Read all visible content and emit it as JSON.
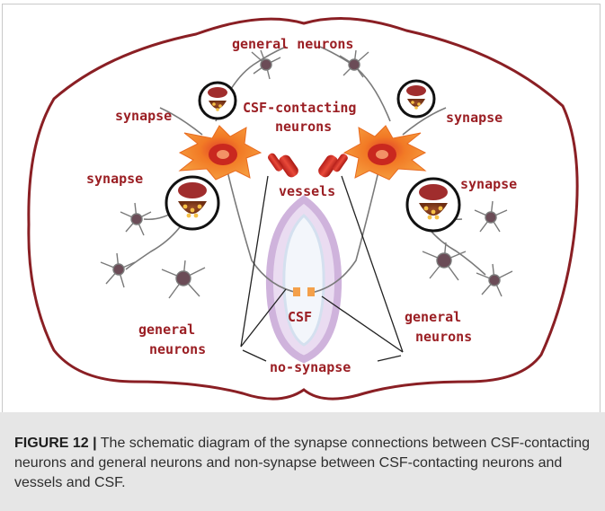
{
  "figure": {
    "labels": {
      "general_neurons_top": "general neurons",
      "csf_contacting": "CSF-contacting",
      "neurons_under_csf": "neurons",
      "synapse_top_left": "synapse",
      "synapse_top_right": "synapse",
      "synapse_mid_left": "synapse",
      "synapse_mid_right": "synapse",
      "vessels": "vessels",
      "csf": "CSF",
      "general_left_1": "general",
      "general_left_2": "neurons",
      "general_right_1": "general",
      "general_right_2": "neurons",
      "no_synapse": "no-synapse"
    },
    "colors": {
      "outline": "#8a1f24",
      "label": "#9b1f24",
      "neuron_body": "#f07a25",
      "vessel": "#d9332b",
      "ventricle": "#c7a6d6"
    }
  },
  "caption": {
    "label": "FIGURE 12 |",
    "text": " The schematic diagram of the synapse connections between CSF-contacting neurons and general neurons and non-synapse between CSF-contacting neurons and vessels and CSF."
  }
}
